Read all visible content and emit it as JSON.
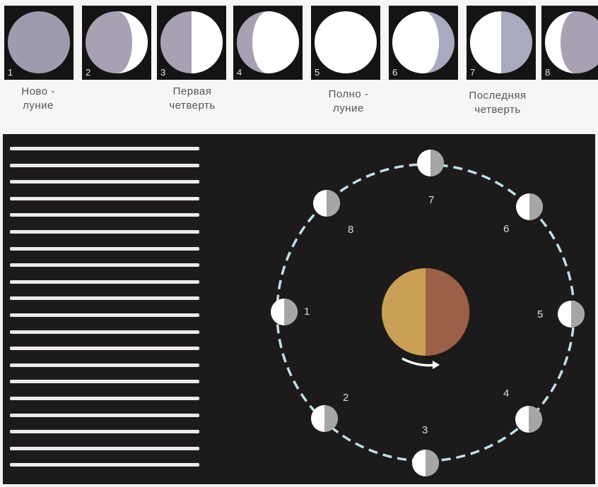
{
  "phases": [
    {
      "num": "1",
      "lit": "none"
    },
    {
      "num": "2",
      "lit": "right-crescent"
    },
    {
      "num": "3",
      "lit": "right-half"
    },
    {
      "num": "4",
      "lit": "right-gibbous"
    },
    {
      "num": "5",
      "lit": "full"
    },
    {
      "num": "6",
      "lit": "left-gibbous"
    },
    {
      "num": "7",
      "lit": "left-half"
    },
    {
      "num": "8",
      "lit": "left-crescent"
    }
  ],
  "captions": {
    "new_moon": [
      "Ново -",
      "луние"
    ],
    "first_quarter": [
      "Первая",
      "четверть"
    ],
    "full_moon": [
      "Полно -",
      "луние"
    ],
    "last_quarter": [
      "Последняя",
      "четверть"
    ]
  },
  "orbit_labels": {
    "p1": "1",
    "p2": "2",
    "p3": "3",
    "p4": "4",
    "p5": "5",
    "p6": "6",
    "p7": "7",
    "p8": "8"
  },
  "colors": {
    "background": "#1d1a1c",
    "orbit": "#bfe0ea",
    "earth_day": "#c9a056",
    "earth_night": "#9a6048",
    "sun_rays": "#ecebe8",
    "moon_shadow": "#a9a0b3",
    "moon_lit": "#ffffff"
  }
}
